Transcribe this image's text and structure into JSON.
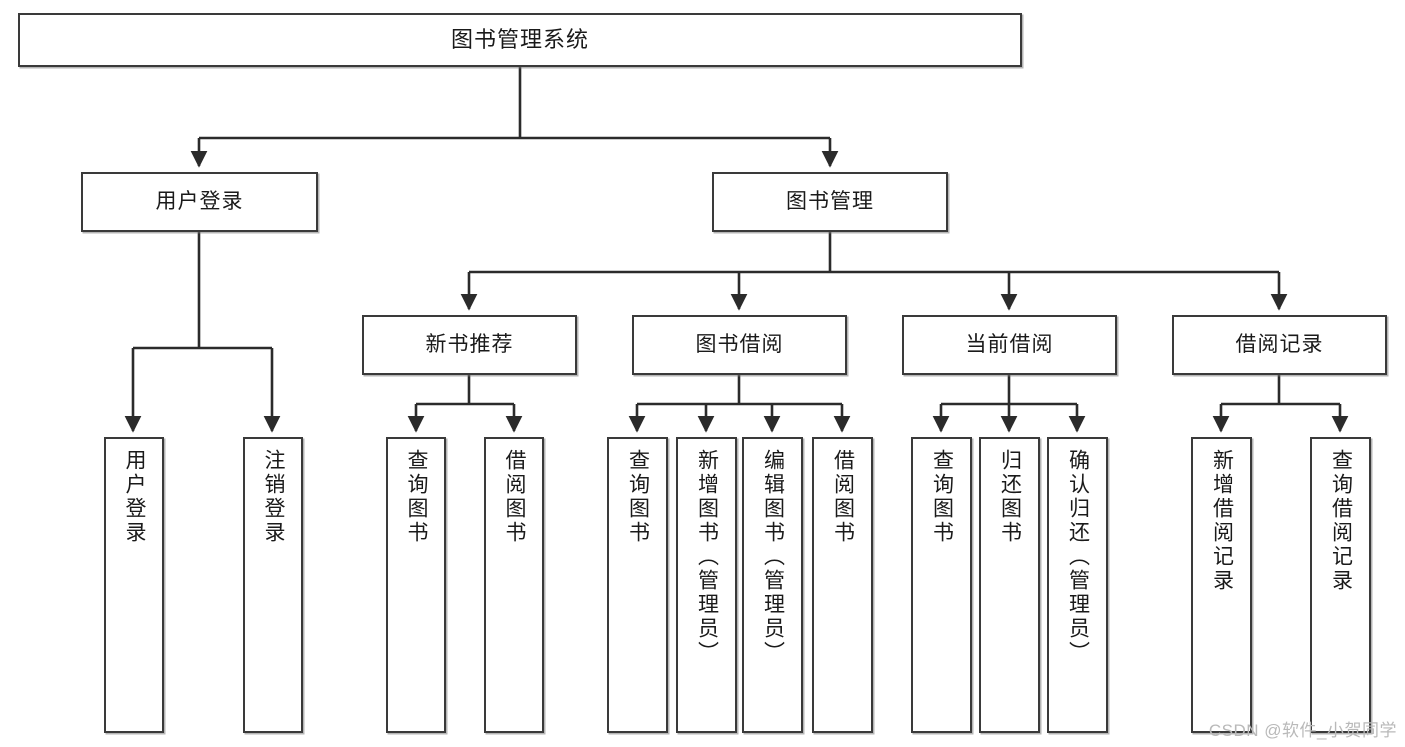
{
  "diagram": {
    "type": "tree",
    "title": "图书管理系统",
    "accent_color": "#3a3a3a",
    "background_color": "#ffffff",
    "watermark": "CSDN @软件_小贺同学",
    "root": {
      "id": "root",
      "label": "图书管理系统"
    },
    "level1": [
      {
        "id": "user-login",
        "label": "用户登录"
      },
      {
        "id": "book-manage",
        "label": "图书管理"
      }
    ],
    "level2": [
      {
        "id": "new-book-rec",
        "label": "新书推荐"
      },
      {
        "id": "book-borrow",
        "label": "图书借阅"
      },
      {
        "id": "current-borrow",
        "label": "当前借阅"
      },
      {
        "id": "borrow-record",
        "label": "借阅记录"
      }
    ],
    "leaves": [
      {
        "id": "leaf-user-login",
        "label": "用户登录",
        "parent": "user-login"
      },
      {
        "id": "leaf-user-logout",
        "label": "注销登录",
        "parent": "user-login"
      },
      {
        "id": "leaf-query-book-1",
        "label": "查询图书",
        "parent": "new-book-rec"
      },
      {
        "id": "leaf-borrow-book-1",
        "label": "借阅图书",
        "parent": "new-book-rec"
      },
      {
        "id": "leaf-query-book-2",
        "label": "查询图书",
        "parent": "book-borrow"
      },
      {
        "id": "leaf-add-book",
        "label": "新增图书（管理员）",
        "parent": "book-borrow"
      },
      {
        "id": "leaf-edit-book",
        "label": "编辑图书（管理员）",
        "parent": "book-borrow"
      },
      {
        "id": "leaf-borrow-book-2",
        "label": "借阅图书",
        "parent": "book-borrow"
      },
      {
        "id": "leaf-query-book-3",
        "label": "查询图书",
        "parent": "current-borrow"
      },
      {
        "id": "leaf-return-book",
        "label": "归还图书",
        "parent": "current-borrow"
      },
      {
        "id": "leaf-confirm-return",
        "label": "确认归还（管理员）",
        "parent": "current-borrow"
      },
      {
        "id": "leaf-add-record",
        "label": "新增借阅记录",
        "parent": "borrow-record"
      },
      {
        "id": "leaf-query-record",
        "label": "查询借阅记录",
        "parent": "borrow-record"
      }
    ]
  }
}
